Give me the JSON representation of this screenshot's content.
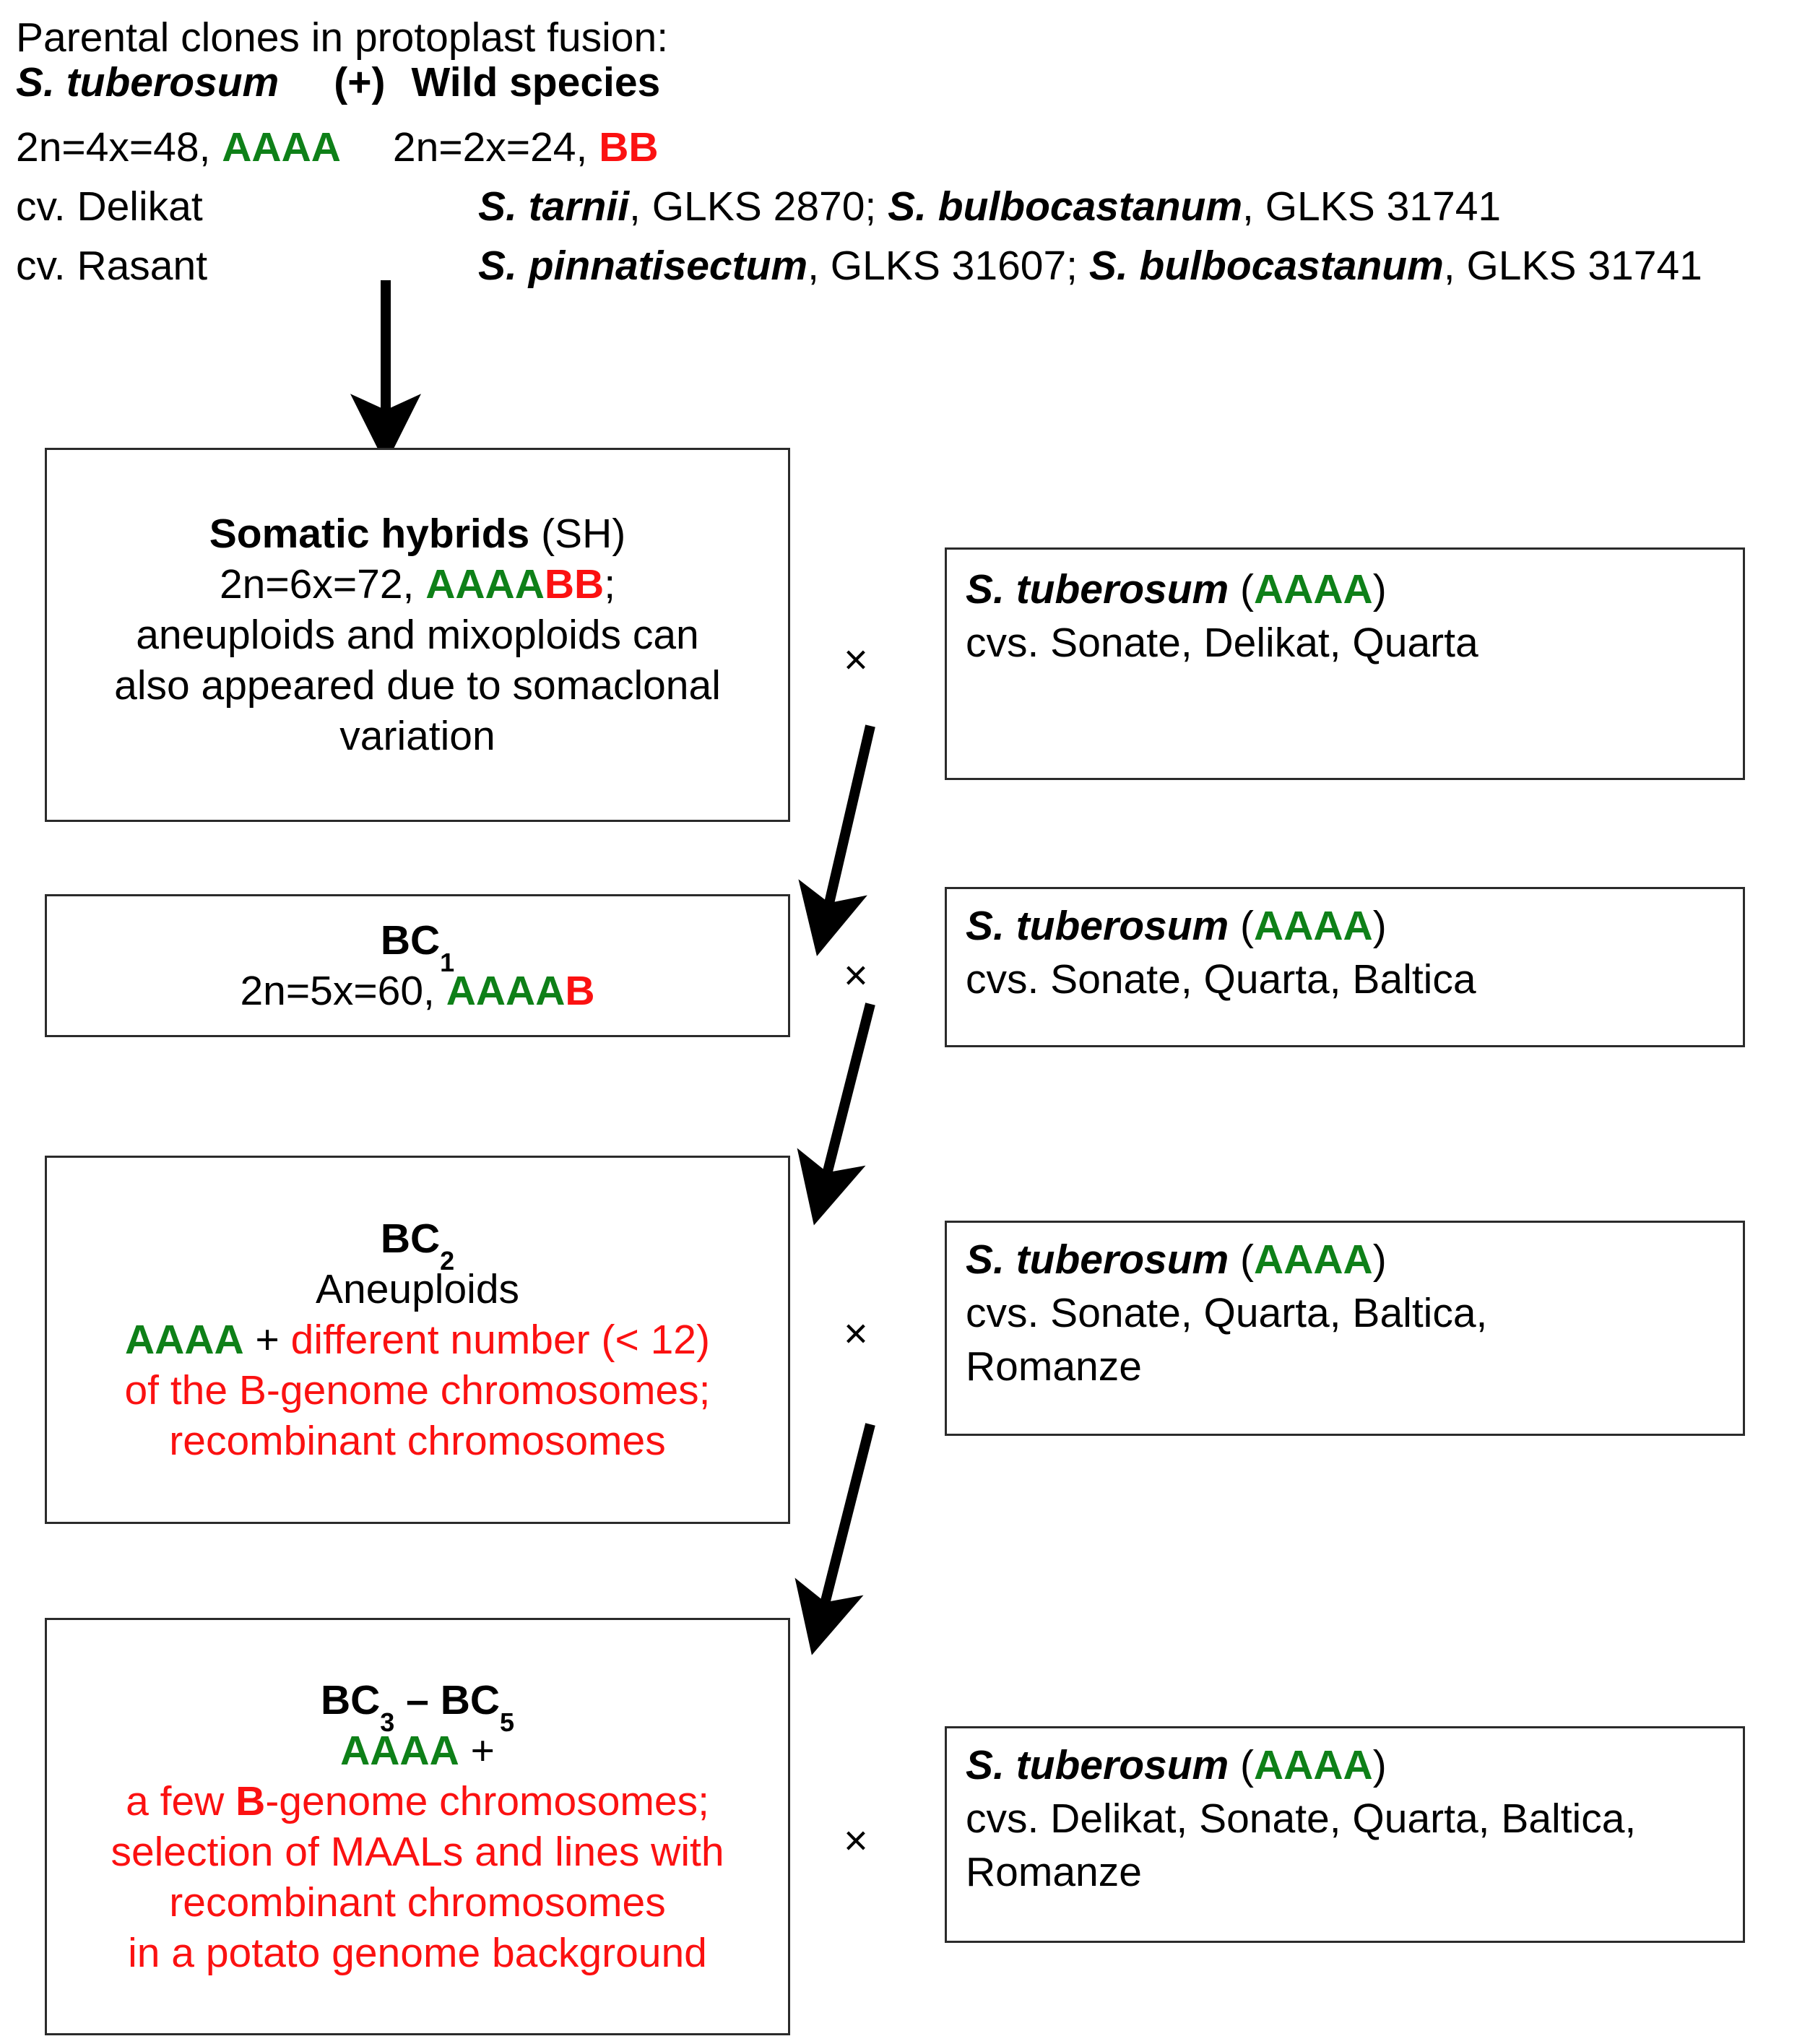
{
  "header": {
    "title": "Parental  clones in protoplast fusion:",
    "cross_symbol": "(+)",
    "left_species": "S. tuberosum",
    "right_species": "Wild species",
    "left_ploidy_prefix": "2n=4x=48, ",
    "left_genome": "AAAA",
    "right_ploidy_prefix": "2n=2x=24, ",
    "right_genome": "BB",
    "rows": [
      {
        "cultivar": "cv. Delikat",
        "wild": [
          {
            "species": "S. tarnii",
            "accession": ", GLKS 2870; "
          },
          {
            "species": "S. bulbocastanum",
            "accession": ", GLKS 31741"
          }
        ]
      },
      {
        "cultivar": "cv. Rasant",
        "wild": [
          {
            "species": "S. pinnatisectum",
            "accession": ", GLKS 31607; "
          },
          {
            "species": "S. bulbocastanum",
            "accession": ", GLKS 31741"
          }
        ]
      }
    ]
  },
  "colors": {
    "genome_a": "#0e8018",
    "genome_b": "#fb1111",
    "box_border": "#2b2b2b",
    "arrow": "#000000",
    "text": "#000000"
  },
  "cross_symbol": "×",
  "stages": [
    {
      "id": "somatic-hybrids",
      "title_bold": "Somatic hybrids",
      "title_rest": " (SH)",
      "ploidy_prefix": "2n=6x=72, ",
      "genome_a": "AAAA",
      "genome_b": "BB",
      "ploidy_suffix": ";",
      "body_lines": [
        "aneuploids and mixoploids can",
        "also appeared due to somaclonal",
        "variation"
      ],
      "body_color": "black"
    },
    {
      "id": "bc1",
      "title_bold": "BC",
      "title_sub": "1",
      "ploidy_prefix": "2n=5x=60, ",
      "genome_a": "AAAA",
      "genome_b": "B",
      "ploidy_suffix": "",
      "body_lines": [],
      "body_color": "black"
    },
    {
      "id": "bc2",
      "title_bold": "BC",
      "title_sub": "2",
      "subtitle": "Aneuploids",
      "genome_a": "AAAA",
      "plus": " + ",
      "red_first_line": "different number (< 12)",
      "body_lines": [
        "of the B-genome chromosomes;",
        "recombinant chromosomes"
      ],
      "body_color": "red"
    },
    {
      "id": "bc3-bc5",
      "title_bold_1": "BC",
      "title_sub_1": "3",
      "title_dash": " – ",
      "title_bold_2": "BC",
      "title_sub_2": "5",
      "genome_a": "AAAA",
      "plus": " +",
      "body_lines": [
        "a few B-genome chromosomes;",
        "selection of MAALs and lines with",
        "recombinant chromosomes",
        "in a potato genome background"
      ],
      "body_color": "red",
      "bold_b_line_index": 0
    }
  ],
  "recurrent_parents": [
    {
      "id": "rp1",
      "species": "S. tuberosum",
      "genome_open": " (",
      "genome": "AAAA",
      "genome_close": ")",
      "cultivar_lines": [
        "cvs. Sonate, Delikat, Quarta"
      ]
    },
    {
      "id": "rp2",
      "species": "S. tuberosum",
      "genome_open": " (",
      "genome": "AAAA",
      "genome_close": ")",
      "cultivar_lines": [
        "cvs. Sonate, Quarta, Baltica"
      ]
    },
    {
      "id": "rp3",
      "species": "S. tuberosum",
      "genome_open": " (",
      "genome": "AAAA",
      "genome_close": ")",
      "cultivar_lines": [
        "cvs. Sonate, Quarta, Baltica,",
        "Romanze"
      ]
    },
    {
      "id": "rp4",
      "species": "S. tuberosum",
      "genome_open": " (",
      "genome": "AAAA",
      "genome_close": ")",
      "cultivar_lines": [
        "cvs. Delikat, Sonate, Quarta, Baltica,",
        "Romanze"
      ]
    }
  ]
}
